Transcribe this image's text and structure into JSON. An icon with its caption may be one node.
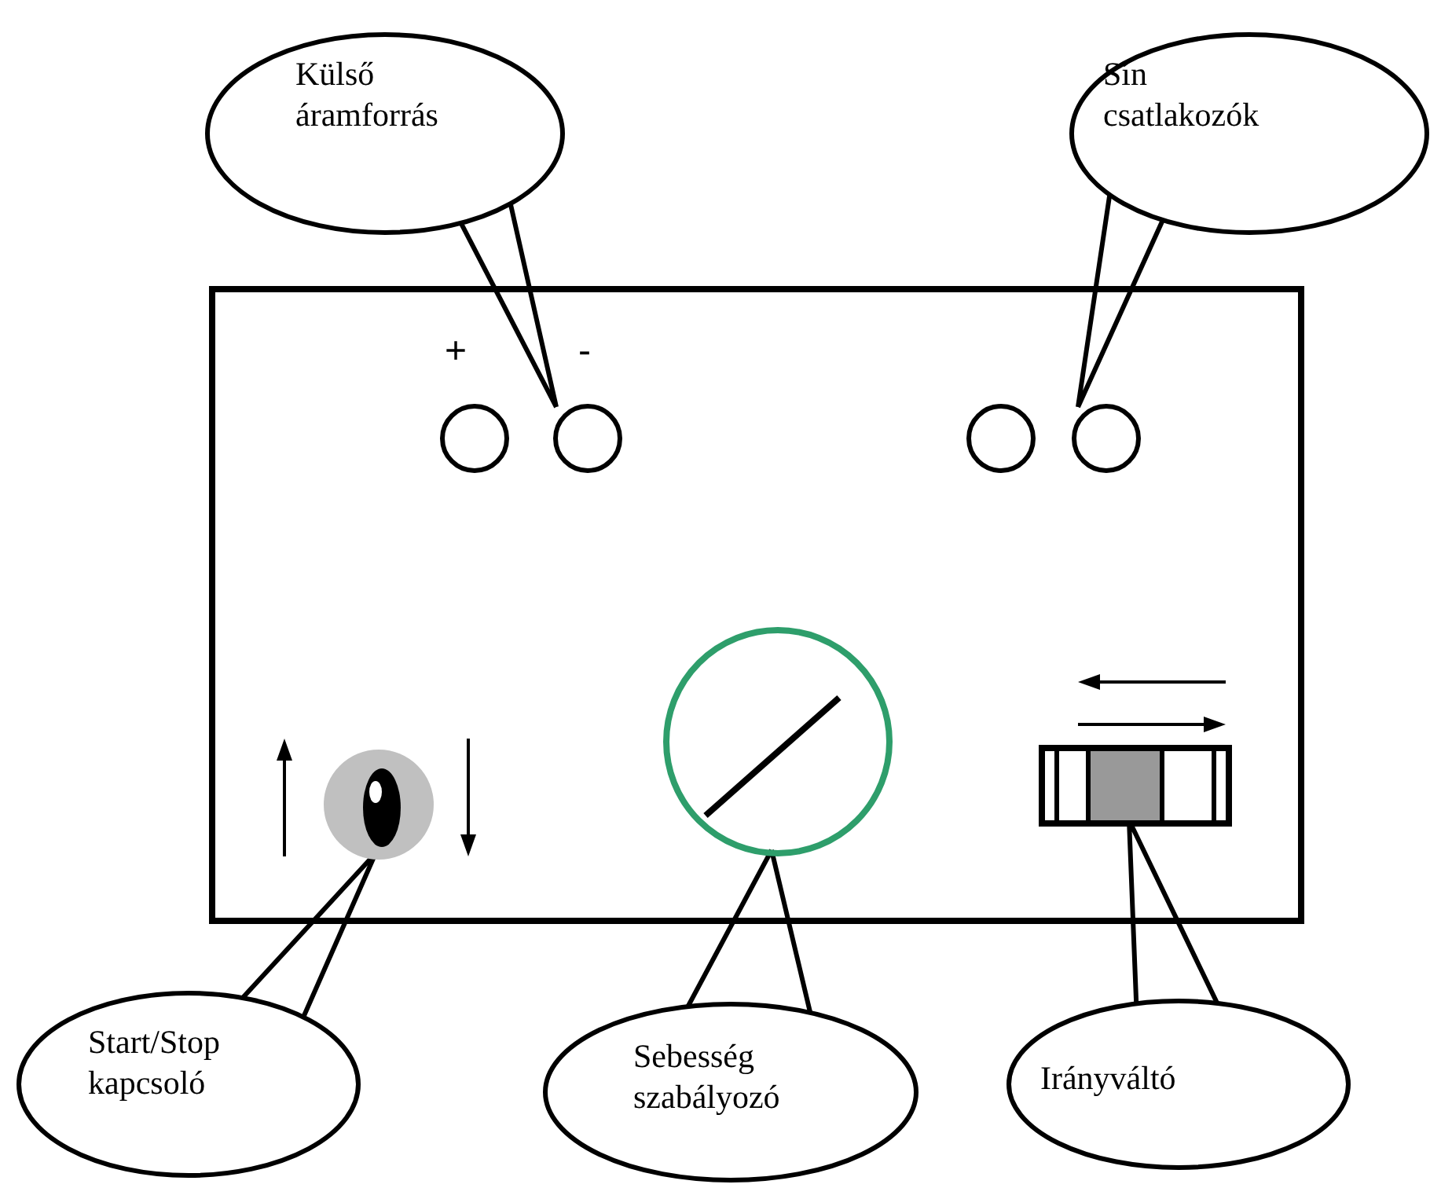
{
  "diagram": {
    "nodes": [
      {
        "text": [
          "Külső áramforrás"
        ]
      },
      {
        "text": [
          "Sín csatlakozók"
        ]
      },
      {
        "text": [],
        "shape": "box"
      },
      {
        "text": [],
        "shape": "circle",
        "in": 2
      },
      {
        "text": [],
        "shape": "circle",
        "in": 2
      },
      {
        "text": [],
        "shape": "circle",
        "in": 2
      },
      {
        "text": [],
        "shape": "circle",
        "in": 2
      },
      {
        "text": [],
        "shape": "circle",
        "in": 2
      },
      {
        "text": [],
        "shape": "circle",
        "in": 2
      },
      {
        "text": [],
        "shape": "box",
        "in": 2
      },
      {
        "text": [
          "Start/Stop kapcsoló"
        ]
      },
      {
        "text": [
          "Sebesség szabályozó"
        ]
      },
      {
        "text": [
          "Irányváltó"
        ]
      }
    ],
    "edges": [
      {
        "from": 0,
        "to": 4,
        "arrow": "none"
      },
      {
        "from": 1,
        "to": 6,
        "arrow": "none"
      },
      {
        "from": 10,
        "to": 7,
        "arrow": "none"
      },
      {
        "from": 11,
        "to": 8,
        "arrow": "none"
      },
      {
        "from": 12,
        "to": 9,
        "arrow": "none"
      }
    ],
    "labels": [
      "+",
      "-"
    ]
  }
}
